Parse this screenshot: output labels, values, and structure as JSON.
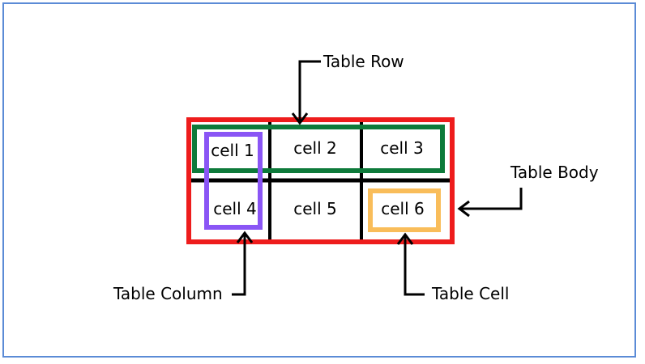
{
  "colors": {
    "frame": "#5b8bd6",
    "table_body": "#ee1c1c",
    "table_row": "#0d7a3a",
    "table_column": "#8a55f5",
    "table_cell": "#f9bd5a",
    "grid": "#000000"
  },
  "cells": [
    "cell 1",
    "cell 2",
    "cell 3",
    "cell 4",
    "cell 5",
    "cell 6"
  ],
  "labels": {
    "table_row": "Table Row",
    "table_body": "Table Body",
    "table_column": "Table Column",
    "table_cell": "Table Cell"
  }
}
